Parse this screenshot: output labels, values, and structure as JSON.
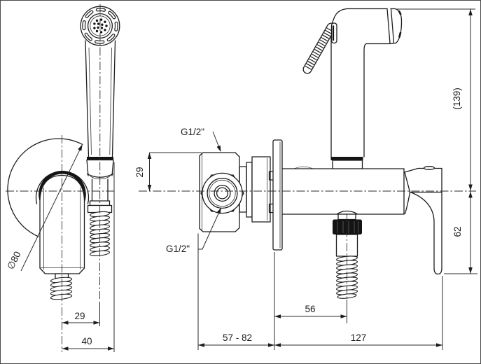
{
  "meta": {
    "drawing_type": "technical installation drawing",
    "product": "hygienic hand shower with wall holder and concealed shut-off valve"
  },
  "colors": {
    "background": "#ffffff",
    "line": "#1c1c1c",
    "dimension_line": "#2b2b2b",
    "dark_fill": "#141414"
  },
  "left_view": {
    "name": "front view — hand sprayer hanging in wall holder",
    "rosette_diameter_label": "∅80",
    "dim_axis_offset": "29",
    "dim_width": "40"
  },
  "right_view": {
    "name": "side view — concealed valve with hand sprayer and hose outlet",
    "thread_top_label": "G1/2\"",
    "thread_front_label": "G1/2\"",
    "dim_top_to_axis": "29",
    "dim_overall_height": "(139)",
    "dim_axis_to_lever_end": "62",
    "dim_axis_to_hose_outlet": "56",
    "dim_rough_in_depth": "57 - 82",
    "dim_wall_to_lever": "127"
  }
}
